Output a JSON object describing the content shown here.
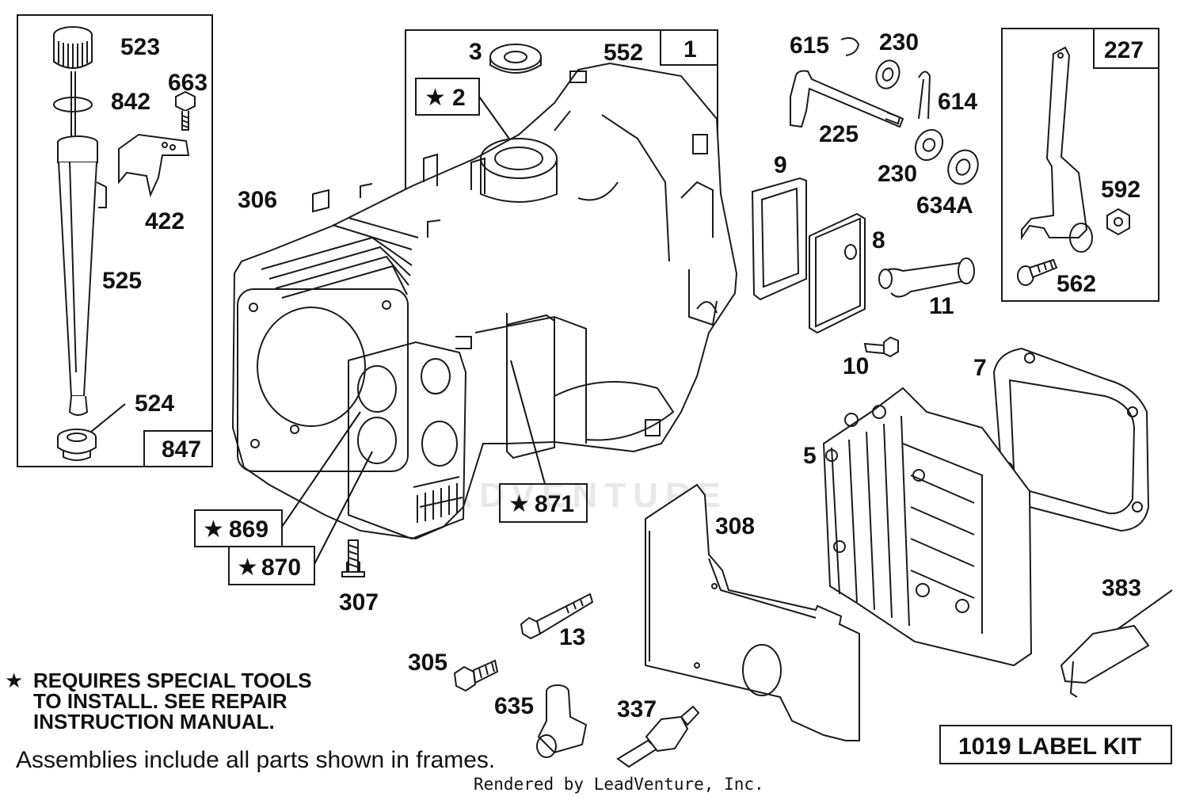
{
  "callouts": {
    "c523": "523",
    "c842": "842",
    "c663": "663",
    "c422": "422",
    "c525": "525",
    "c524": "524",
    "c847": "847",
    "c3": "3",
    "c2": "2",
    "c552": "552",
    "c1": "1",
    "c306": "306",
    "c615": "615",
    "c230a": "230",
    "c614": "614",
    "c225": "225",
    "c230b": "230",
    "c634A": "634A",
    "c227": "227",
    "c592": "592",
    "c562": "562",
    "c9": "9",
    "c8": "8",
    "c11": "11",
    "c10": "10",
    "c7": "7",
    "c5": "5",
    "c869": "869",
    "c870": "870",
    "c871": "871",
    "c307": "307",
    "c308": "308",
    "c13": "13",
    "c305": "305",
    "c635": "635",
    "c337": "337",
    "c383": "383",
    "label_kit": "1019 LABEL KIT"
  },
  "star_symbol": "★",
  "note": {
    "line1": "REQUIRES SPECIAL TOOLS",
    "line2": "TO INSTALL.  SEE REPAIR",
    "line3": "INSTRUCTION MANUAL."
  },
  "assemblies_text": "Assemblies include all parts shown in frames.",
  "rendered_by": "Rendered by LeadVenture, Inc.",
  "watermark": "LEADVENTURE"
}
